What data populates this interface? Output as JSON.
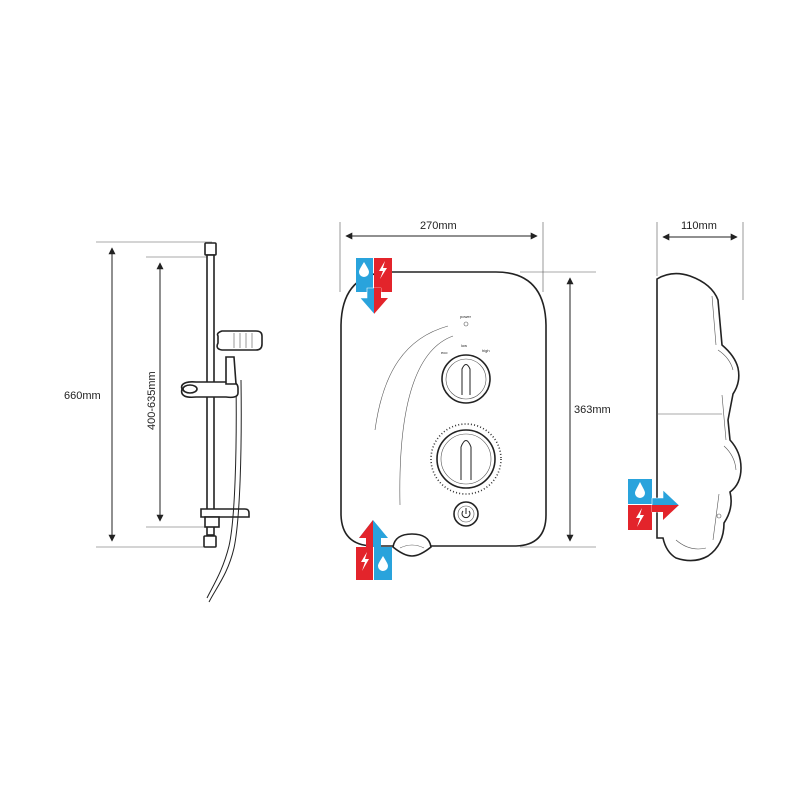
{
  "dimensions": {
    "total_height": "660mm",
    "rail_adjust": "400-635mm",
    "unit_width": "270mm",
    "unit_height": "363mm",
    "unit_depth": "110mm"
  },
  "front_labels": {
    "power": "power",
    "eco": "eco",
    "low": "low",
    "high": "high"
  },
  "colors": {
    "water": "#29a3dc",
    "electric": "#e3242b",
    "line": "#222222"
  },
  "icons": {
    "water_drop": "water-drop-icon",
    "lightning": "lightning-icon",
    "arrow": "arrow-icon"
  }
}
